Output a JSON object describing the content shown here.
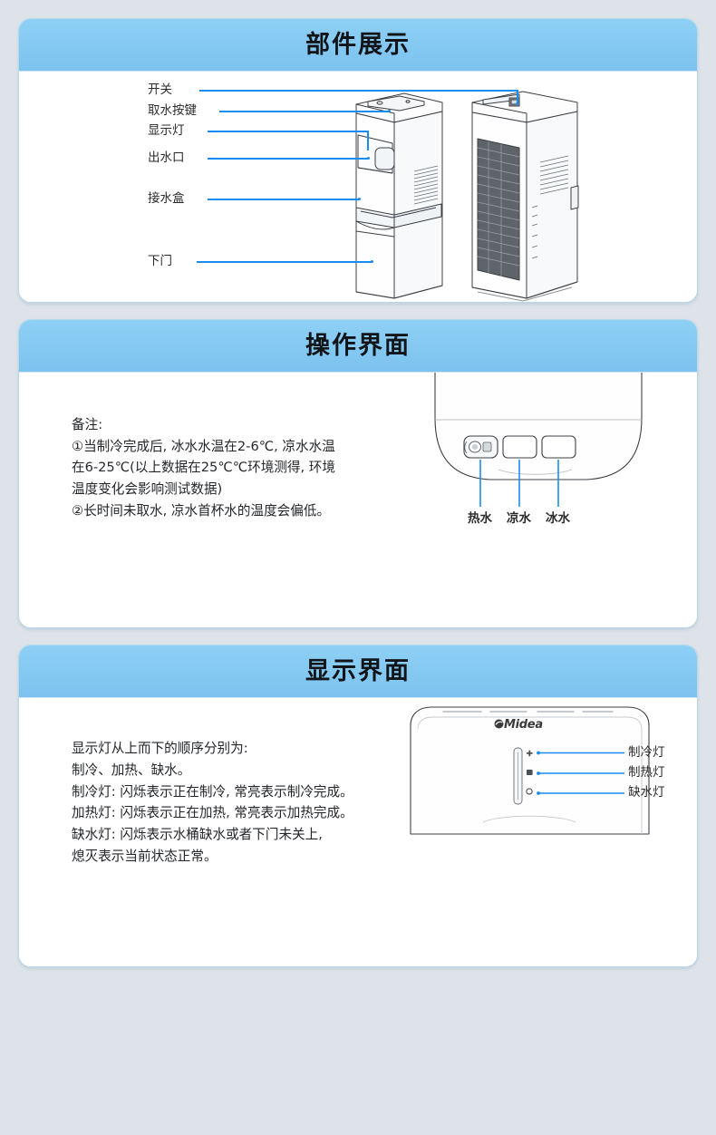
{
  "page": {
    "background_color": "#dde3e9",
    "card_background": "#ffffff",
    "header_color": "#86caf2",
    "leader_line_color": "#1a8cf0"
  },
  "sections": [
    {
      "id": "parts",
      "title": "部件展示",
      "labels": [
        {
          "text": "开关",
          "name": "label-power-switch"
        },
        {
          "text": "取水按键",
          "name": "label-dispense-button"
        },
        {
          "text": "显示灯",
          "name": "label-indicator-light"
        },
        {
          "text": "出水口",
          "name": "label-water-outlet"
        },
        {
          "text": "接水盒",
          "name": "label-drip-tray"
        },
        {
          "text": "下门",
          "name": "label-lower-door"
        }
      ]
    },
    {
      "id": "operation",
      "title": "操作界面",
      "note_heading": "备注:",
      "note_lines": [
        "①当制冷完成后, 冰水水温在2-6℃, 凉水水温",
        "在6-25℃(以上数据在25℃℃环境测得, 环境",
        "温度变化会影响测试数据)",
        "②长时间未取水, 凉水首杯水的温度会偏低。"
      ],
      "buttons": [
        {
          "text": "热水",
          "name": "button-label-hot-water"
        },
        {
          "text": "凉水",
          "name": "button-label-cool-water"
        },
        {
          "text": "冰水",
          "name": "button-label-ice-water"
        }
      ]
    },
    {
      "id": "display",
      "title": "显示界面",
      "description_lines": [
        "显示灯从上而下的顺序分别为:",
        "制冷、加热、缺水。",
        "制冷灯: 闪烁表示正在制冷, 常亮表示制冷完成。",
        "加热灯: 闪烁表示正在加热, 常亮表示加热完成。",
        "缺水灯: 闪烁表示水桶缺水或者下门未关上,",
        "熄灭表示当前状态正常。"
      ],
      "brand": "Midea",
      "indicators": [
        {
          "text": "制冷灯",
          "name": "indicator-label-cooling"
        },
        {
          "text": "制热灯",
          "name": "indicator-label-heating"
        },
        {
          "text": "缺水灯",
          "name": "indicator-label-no-water"
        }
      ]
    }
  ]
}
